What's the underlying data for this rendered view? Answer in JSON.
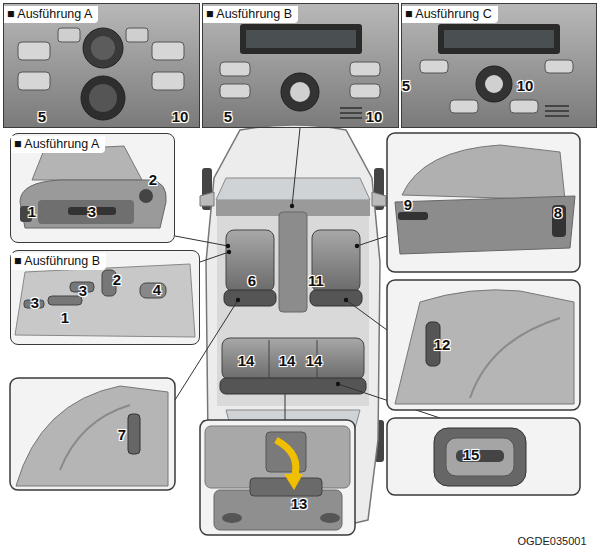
{
  "diagram": {
    "nodes": [
      {
        "text": [
          "■ Ausführung A"
        ]
      },
      {
        "text": [
          "■ Ausführung B"
        ]
      },
      {
        "text": [
          "■ Ausführung C"
        ]
      },
      {
        "text": [
          "■ Ausführung A"
        ]
      },
      {
        "text": [
          "■ Ausführung B"
        ]
      }
    ],
    "labels": [
      "5",
      "10",
      "5",
      "10",
      "5",
      "10",
      "2",
      "1",
      "3",
      "9",
      "8",
      "2",
      "3",
      "4",
      "3",
      "1",
      "6",
      "11",
      "12",
      "14",
      "14",
      "14",
      "7",
      "15",
      "13",
      "OGDE035001"
    ]
  }
}
